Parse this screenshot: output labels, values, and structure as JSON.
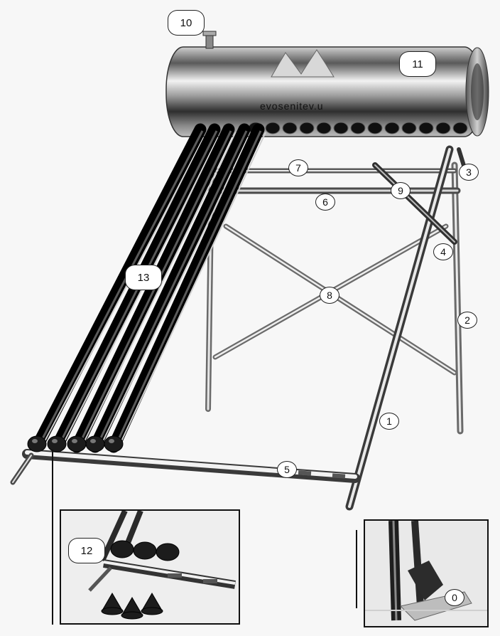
{
  "tank": {
    "brand_text": "evosenitev.u"
  },
  "callouts": {
    "c0": "0",
    "c1": "1",
    "c2": "2",
    "c3": "3",
    "c4": "4",
    "c5": "5",
    "c6": "6",
    "c7": "7",
    "c8": "8",
    "c9": "9",
    "c10": "10",
    "c11": "11",
    "c12": "12",
    "c13": "13"
  },
  "colors": {
    "steel_light": "#e9e9e9",
    "steel_dark": "#3a3a3a",
    "tube_black": "#151515",
    "background": "#f7f7f7"
  }
}
